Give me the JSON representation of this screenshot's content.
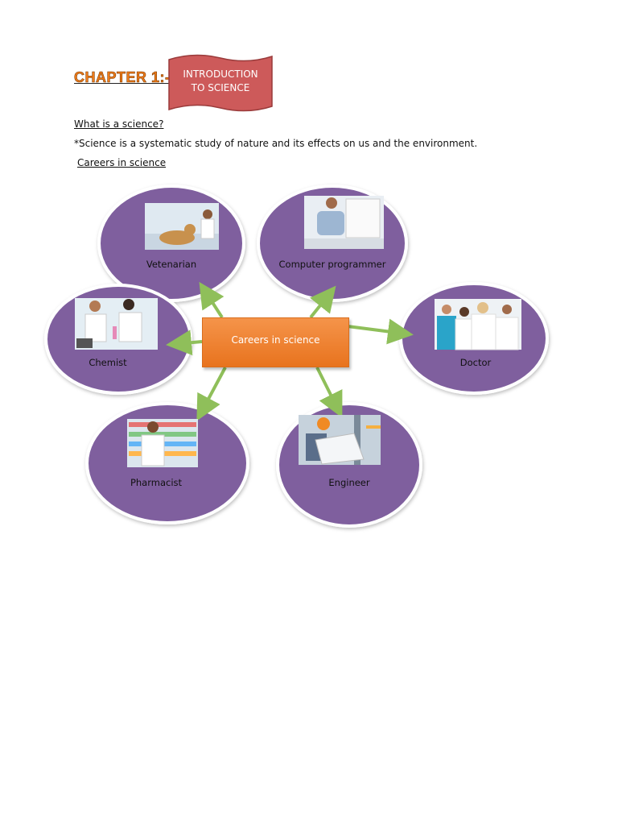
{
  "header": {
    "chapter": "CHAPTER 1:-",
    "banner_line1": "INTRODUCTION",
    "banner_line2": "TO SCIENCE"
  },
  "intro": {
    "question": "What is a science?",
    "definition": "*Science is a systematic study of nature and its effects on us and the environment.",
    "careers_heading": "Careers in science"
  },
  "diagram": {
    "center": "Careers in science",
    "nodes": {
      "veterinarian": "Vetenarian",
      "programmer": "Computer programmer",
      "chemist": "Chemist",
      "doctor": "Doctor",
      "pharmacist": "Pharmacist",
      "engineer": "Engineer"
    }
  },
  "colors": {
    "node_fill": "#7f5f9e",
    "arrow": "#8fbf5a",
    "center_fill": "#ef8430",
    "banner_fill": "#cc5555"
  }
}
